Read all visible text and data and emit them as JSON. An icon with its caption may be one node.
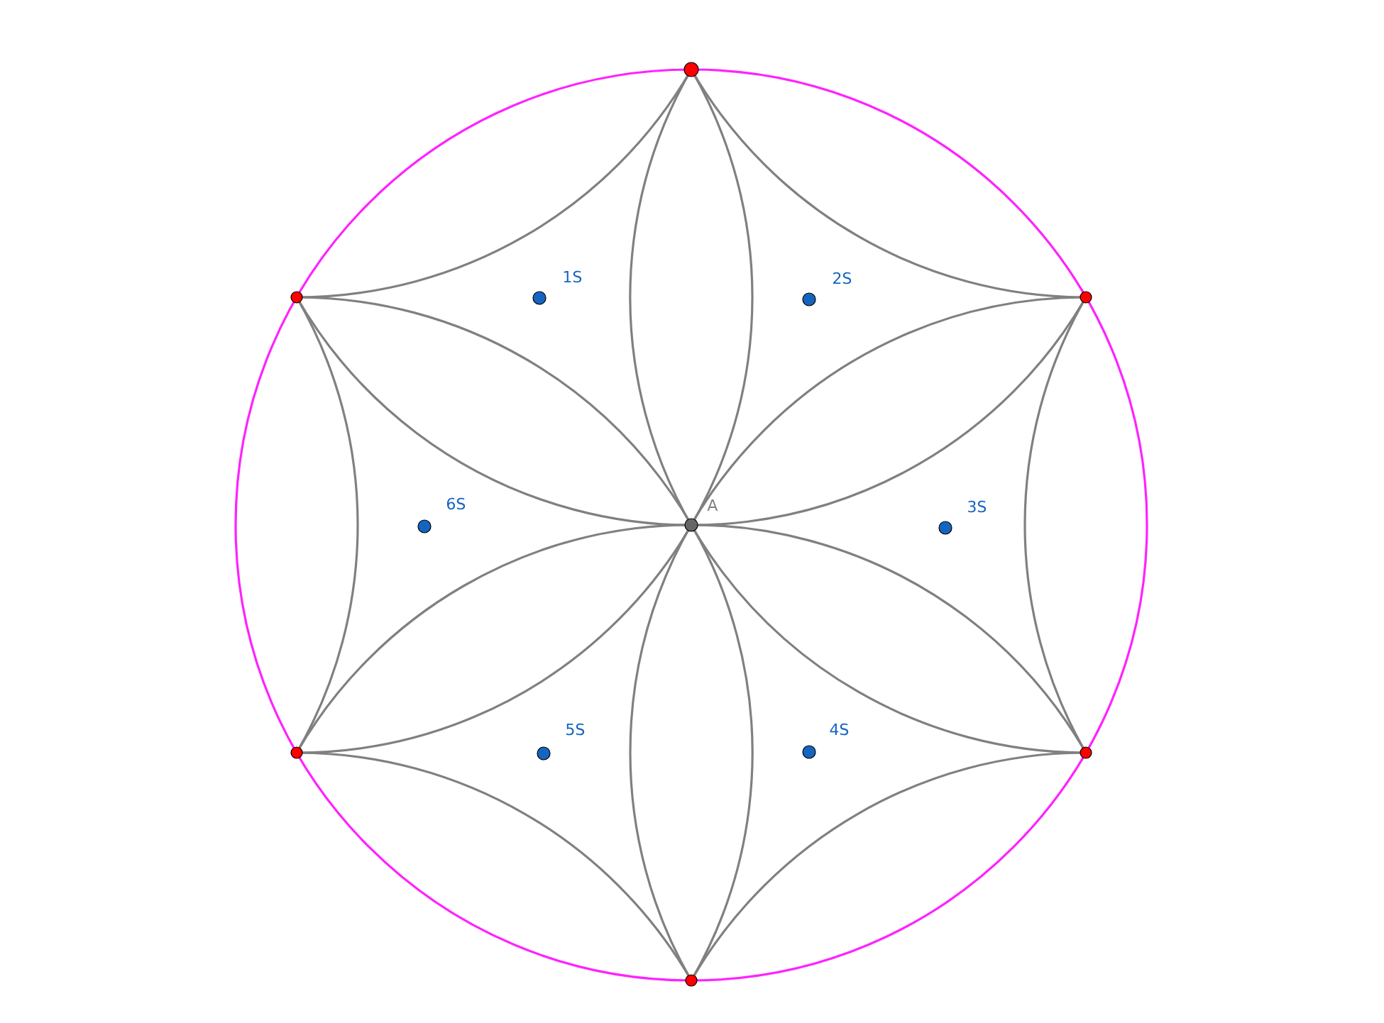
{
  "diagram": {
    "labels": [
      "1S",
      "2S",
      "3S",
      "4S",
      "5S",
      "6S",
      "A"
    ]
  }
}
